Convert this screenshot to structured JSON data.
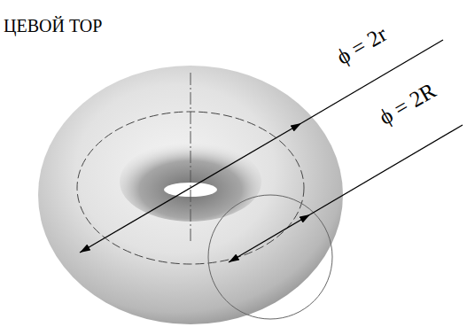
{
  "diagram": {
    "title": "ЦЕВОЙ ТОР",
    "labels": [
      "ϕ = 2r",
      "ϕ = 2R"
    ]
  }
}
